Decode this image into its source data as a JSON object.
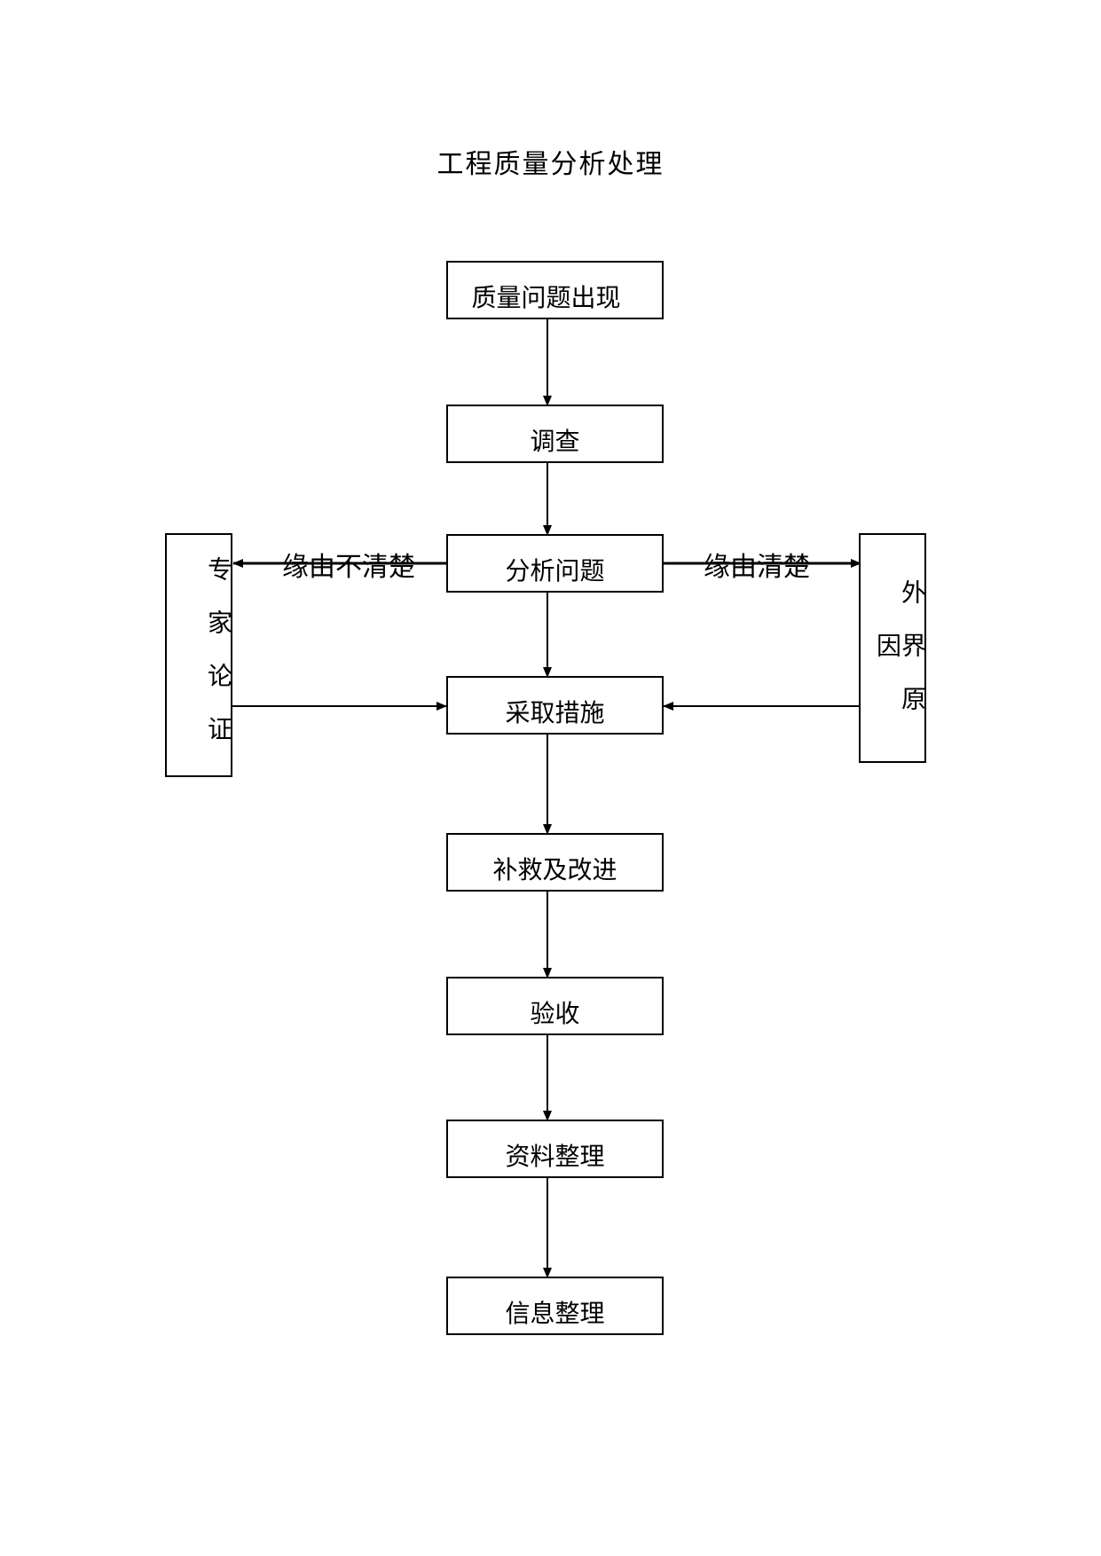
{
  "title": "工程质量分析处理",
  "nodes": {
    "problem": "质量问题出现",
    "investigate": "调查",
    "analyze": "分析问题",
    "measures": "采取措施",
    "remedy": "补救及改进",
    "acceptance": "验收",
    "data_arrange": "资料整理",
    "info_arrange": "信息整理",
    "expert": "专家论证",
    "external": "外界原因"
  },
  "edges": {
    "unclear": "缘由不清楚",
    "clear": "缘由清楚"
  }
}
